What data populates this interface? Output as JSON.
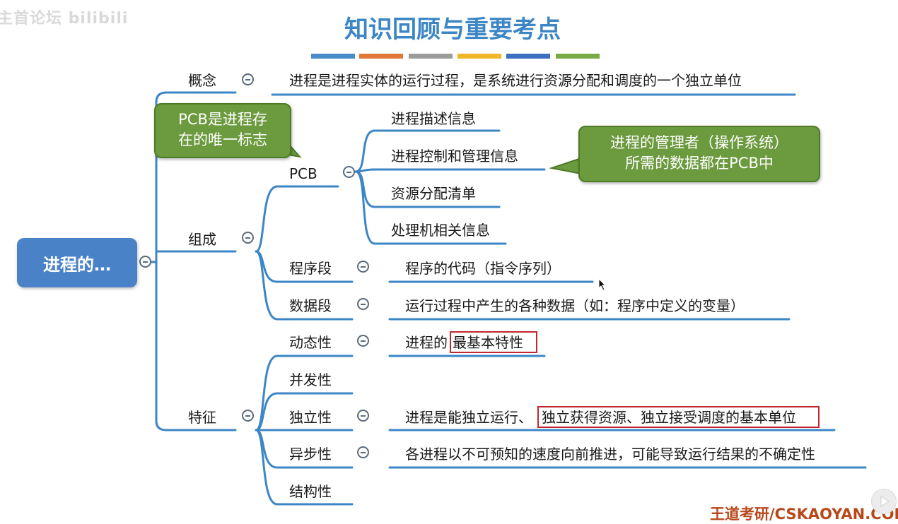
{
  "watermark": "主首论坛 bilibili",
  "title": "知识回顾与重要考点",
  "title_bar_colors": [
    "#4a8bc9",
    "#e07838",
    "#9c9c9c",
    "#f0b629",
    "#3c6fbf",
    "#76ab45"
  ],
  "root": {
    "label": "进程的…"
  },
  "concept": {
    "label": "概念",
    "desc": "进程是进程实体的运行过程，是系统进行资源分配和调度的一个独立单位"
  },
  "composition": {
    "label": "组成",
    "pcb": {
      "label": "PCB",
      "items": [
        "进程描述信息",
        "进程控制和管理信息",
        "资源分配清单",
        "处理机相关信息"
      ]
    },
    "program": {
      "label": "程序段",
      "desc": "程序的代码（指令序列）"
    },
    "data": {
      "label": "数据段",
      "desc": "运行过程中产生的各种数据（如：程序中定义的变量）"
    }
  },
  "features": {
    "label": "特征",
    "dynamic": {
      "label": "动态性",
      "desc_prefix": "进程的",
      "desc_highlight": "最基本特性"
    },
    "concurrency": {
      "label": "并发性"
    },
    "independence": {
      "label": "独立性",
      "desc_prefix": "进程是能独立运行、",
      "desc_highlight": "独立获得资源、独立接受调度的基本单位"
    },
    "async": {
      "label": "异步性",
      "desc": "各进程以不可预知的速度向前推进，可能导致运行结果的不确定性"
    },
    "structure": {
      "label": "结构性"
    }
  },
  "callouts": {
    "pcb_flag": {
      "line1": "PCB是进程存",
      "line2": "在的唯一标志"
    },
    "os_data": {
      "line1": "进程的管理者（操作系统）",
      "line2": "所需的数据都在PCB中"
    }
  },
  "footer": "王道考研/CSKAOYAN.COM",
  "colors": {
    "line": "#3c86c6",
    "callout": "#6c9a3e",
    "highlight": "#c0282e",
    "root": "#4a82c8"
  }
}
